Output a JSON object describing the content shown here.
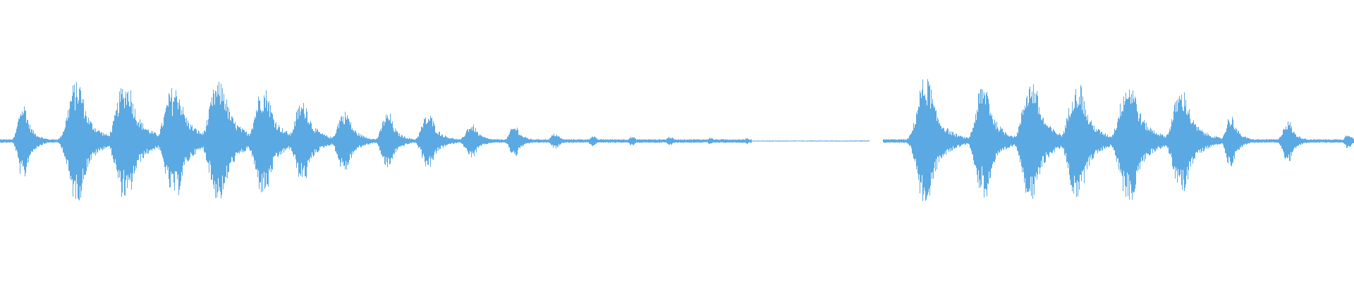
{
  "waveform": {
    "color": "#5ba9e2",
    "background": "#ffffff",
    "duration_px_note": "",
    "baseline_amplitude": 0.015,
    "bursts": [
      {
        "t": 0.016,
        "amp": 0.3,
        "width": 0.006
      },
      {
        "t": 0.055,
        "amp": 0.47,
        "width": 0.01
      },
      {
        "t": 0.091,
        "amp": 0.46,
        "width": 0.011
      },
      {
        "t": 0.127,
        "amp": 0.43,
        "width": 0.011
      },
      {
        "t": 0.16,
        "amp": 0.47,
        "width": 0.011
      },
      {
        "t": 0.193,
        "amp": 0.42,
        "width": 0.01
      },
      {
        "t": 0.222,
        "amp": 0.31,
        "width": 0.009
      },
      {
        "t": 0.253,
        "amp": 0.24,
        "width": 0.008
      },
      {
        "t": 0.285,
        "amp": 0.22,
        "width": 0.007
      },
      {
        "t": 0.315,
        "amp": 0.21,
        "width": 0.008
      },
      {
        "t": 0.347,
        "amp": 0.13,
        "width": 0.007
      },
      {
        "t": 0.379,
        "amp": 0.12,
        "width": 0.006
      },
      {
        "t": 0.409,
        "amp": 0.06,
        "width": 0.005
      },
      {
        "t": 0.437,
        "amp": 0.04,
        "width": 0.004
      },
      {
        "t": 0.466,
        "amp": 0.035,
        "width": 0.004
      },
      {
        "t": 0.494,
        "amp": 0.035,
        "width": 0.004
      },
      {
        "t": 0.524,
        "amp": 0.03,
        "width": 0.003
      },
      {
        "t": 0.551,
        "amp": 0.025,
        "width": 0.002
      },
      {
        "t": 0.682,
        "amp": 0.5,
        "width": 0.01
      },
      {
        "t": 0.725,
        "amp": 0.45,
        "width": 0.009
      },
      {
        "t": 0.76,
        "amp": 0.48,
        "width": 0.01
      },
      {
        "t": 0.794,
        "amp": 0.46,
        "width": 0.01
      },
      {
        "t": 0.832,
        "amp": 0.47,
        "width": 0.011
      },
      {
        "t": 0.871,
        "amp": 0.4,
        "width": 0.01
      },
      {
        "t": 0.908,
        "amp": 0.2,
        "width": 0.006
      },
      {
        "t": 0.95,
        "amp": 0.16,
        "width": 0.006
      },
      {
        "t": 0.995,
        "amp": 0.06,
        "width": 0.004
      }
    ],
    "gaps": [
      {
        "start": 0.555,
        "end": 0.645,
        "amp": 0.004
      },
      {
        "start": 0.642,
        "end": 0.652,
        "amp": 0.0
      }
    ]
  }
}
